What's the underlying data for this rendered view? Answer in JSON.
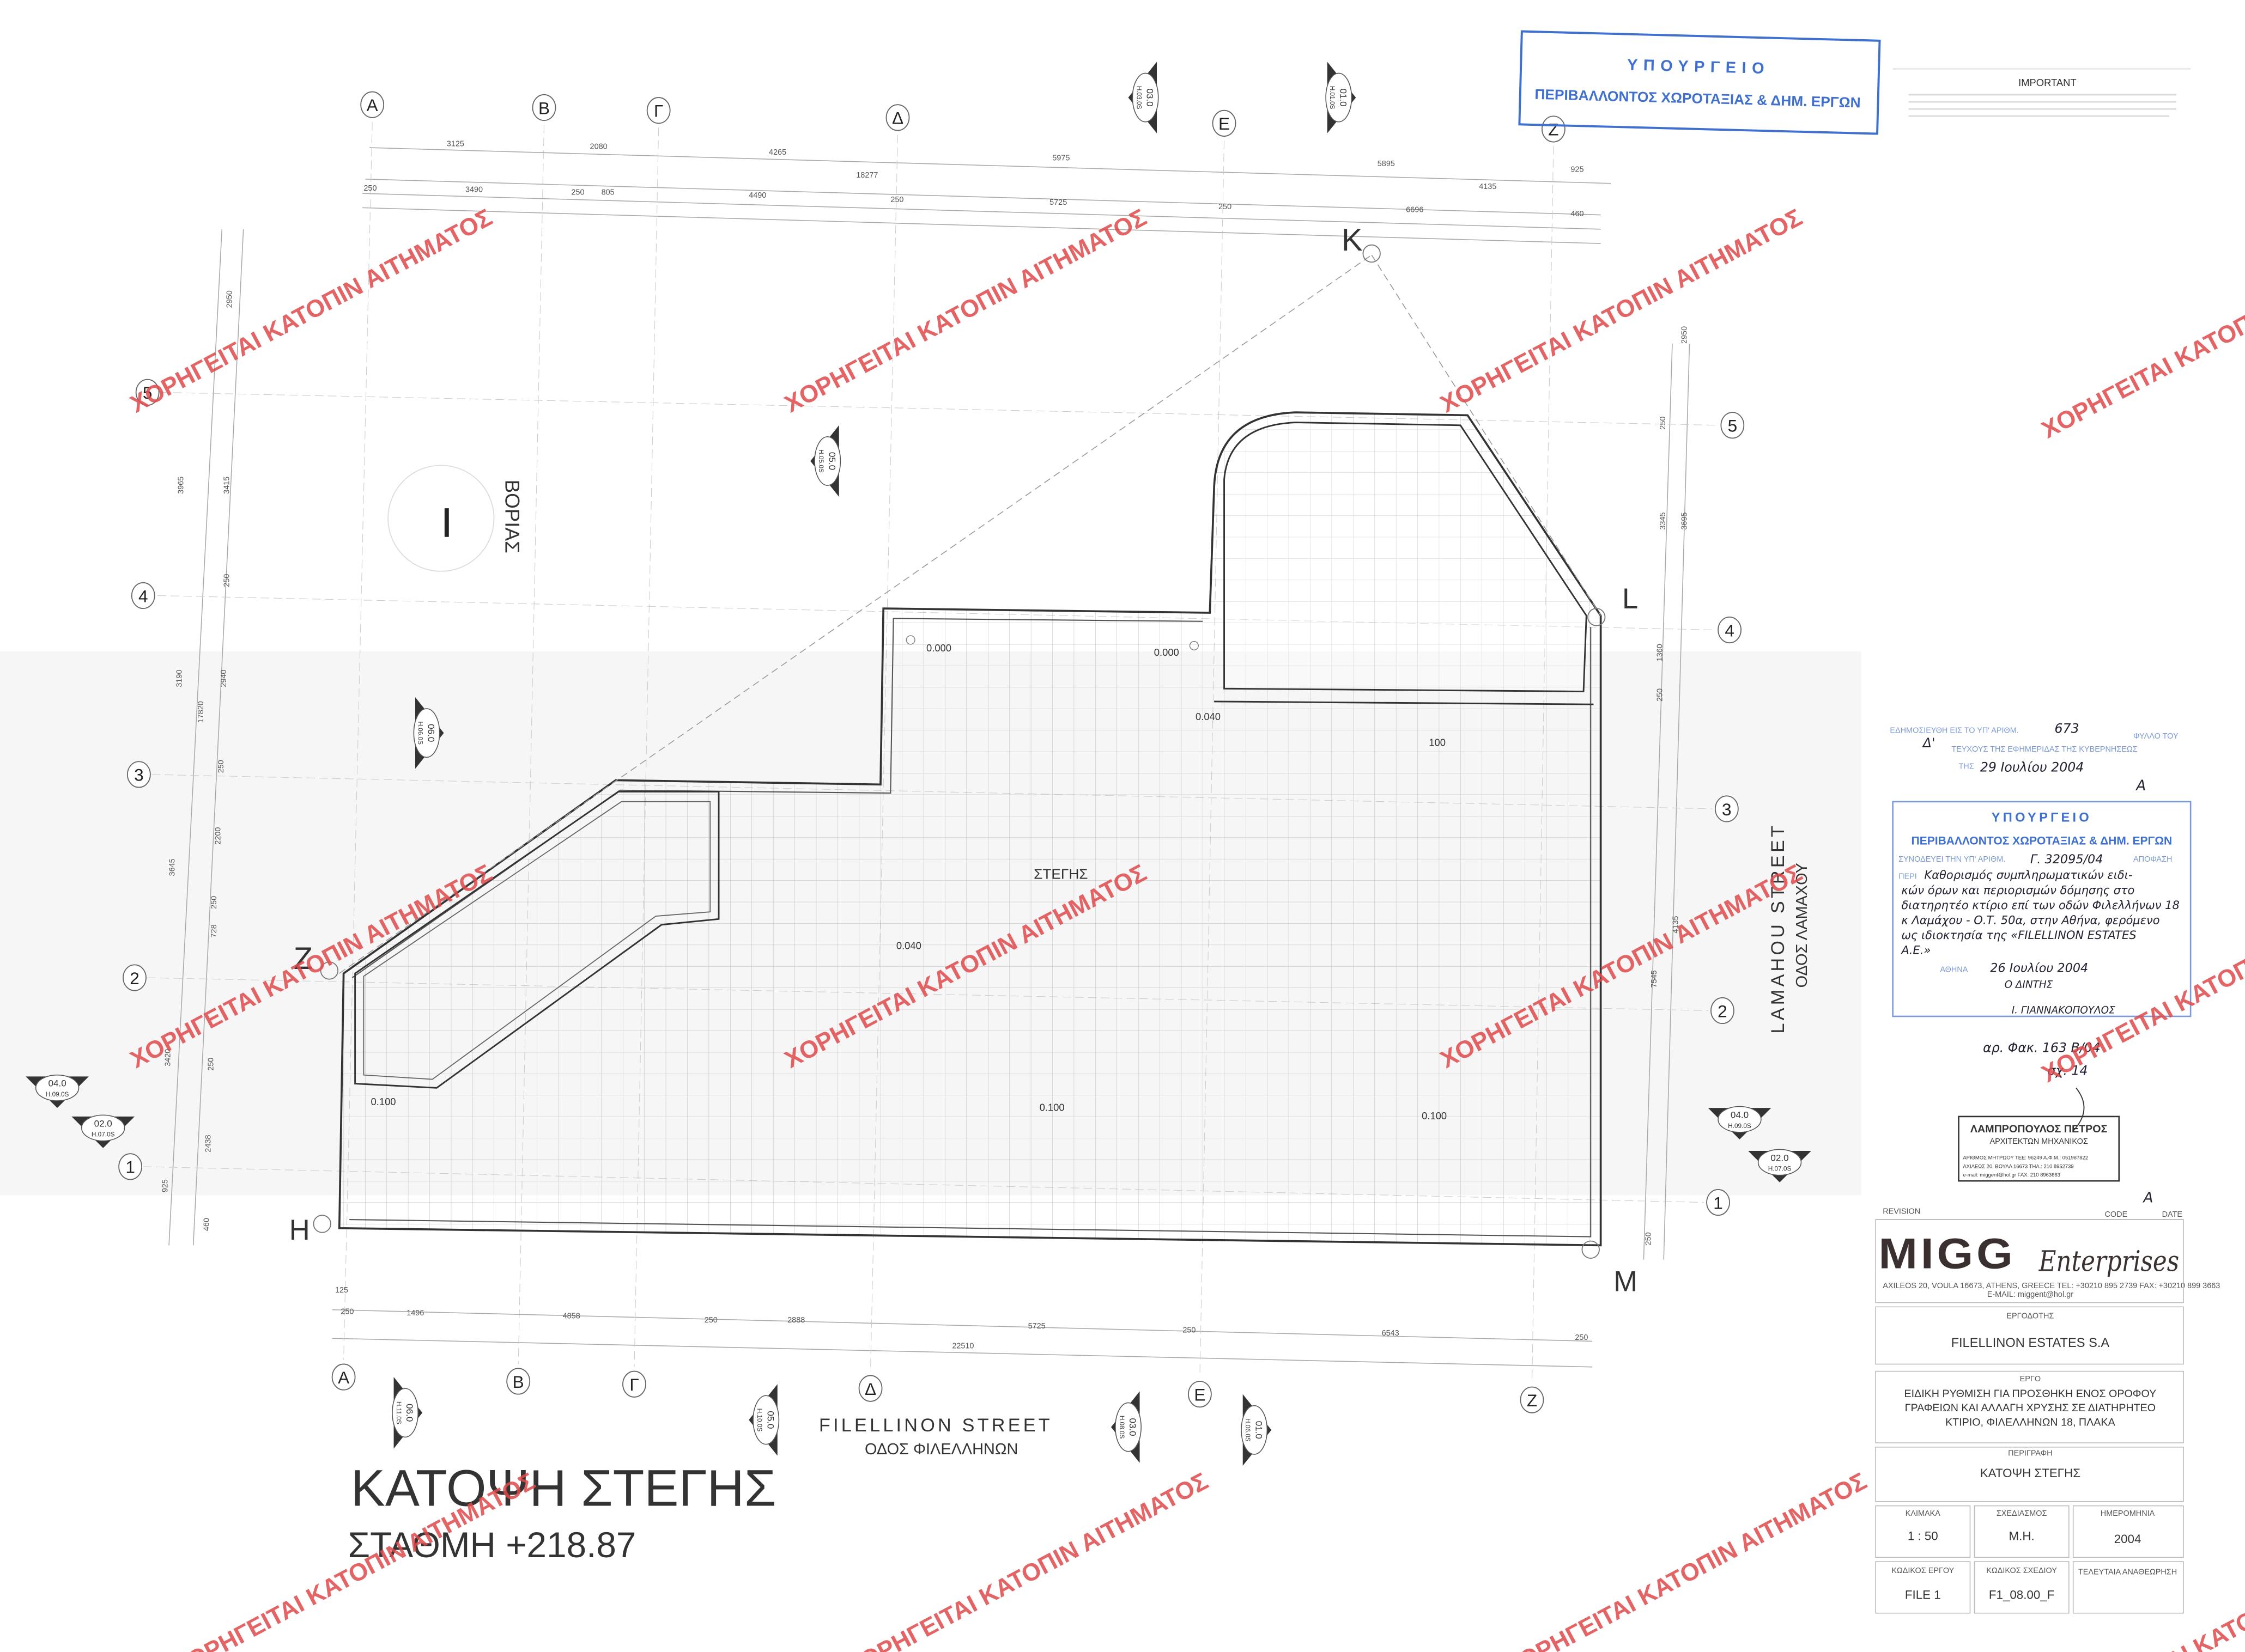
{
  "drawing": {
    "title": "ΚΑΤΟΨΗ ΣΤΕΓΗΣ",
    "level": "ΣΤΑΘΜΗ +218.87",
    "roof_label": "ΣΤΕΓΗΣ",
    "north_label": "ΒΟΡΙΑΣ",
    "street_bottom_en": "FILELLINON STREET",
    "street_bottom_gr": "ΟΔΟΣ ΦΙΛΕΛΛΗΝΩΝ",
    "street_right_en": "LAMAHOU STREET",
    "street_right_gr": "ΟΔΟΣ ΛΑΜΑΧΟΥ",
    "points": [
      "K",
      "L",
      "Z",
      "H",
      "M"
    ],
    "grid_cols_top": [
      "A",
      "B",
      "Γ",
      "Δ",
      "E",
      "Z"
    ],
    "grid_cols_bottom": [
      "A",
      "B",
      "Γ",
      "Δ",
      "E",
      "Z"
    ],
    "grid_rows_left": [
      "5",
      "4",
      "3",
      "2",
      "1"
    ],
    "grid_rows_right": [
      "5",
      "4",
      "3",
      "2",
      "1"
    ],
    "levels": [
      "0.000",
      "0.000",
      "0.040",
      "100",
      "0.040",
      "0.100",
      "0.100",
      "0.100"
    ],
    "dims_top": [
      "3125",
      "2080",
      "4265",
      "5975",
      "5895",
      "925",
      "18277",
      "250",
      "3490",
      "250",
      "805",
      "4490",
      "250",
      "5725",
      "250",
      "4135",
      "6696",
      "460"
    ],
    "dims_bottom": [
      "125",
      "250",
      "1496",
      "4858",
      "250",
      "2888",
      "5725",
      "250",
      "6543",
      "250",
      "22510"
    ],
    "dims_left": [
      "2950",
      "3965",
      "3415",
      "250",
      "3190",
      "17820",
      "2940",
      "250",
      "3645",
      "2200",
      "728",
      "250",
      "3420",
      "250",
      "2438",
      "925",
      "460"
    ],
    "dims_right": [
      "2950",
      "250",
      "3345",
      "3695",
      "1360",
      "250",
      "7545",
      "4135",
      "250"
    ],
    "sections": [
      {
        "num": "03.0",
        "ref": "H.03.0S"
      },
      {
        "num": "01.0",
        "ref": "H.01.0S"
      },
      {
        "num": "05.0",
        "ref": "H.05.0S"
      },
      {
        "num": "06.0",
        "ref": "H.06.0S"
      },
      {
        "num": "04.0",
        "ref": "H.09.0S"
      },
      {
        "num": "02.0",
        "ref": "H.07.0S"
      },
      {
        "num": "04.0",
        "ref": "H.09.0S"
      },
      {
        "num": "02.0",
        "ref": "H.07.0S"
      },
      {
        "num": "06.0",
        "ref": "H.11.0S"
      },
      {
        "num": "05.0",
        "ref": "H.10.0S"
      },
      {
        "num": "03.0",
        "ref": "H.08.0S"
      },
      {
        "num": "01.0",
        "ref": "H.06.0S"
      }
    ]
  },
  "watermark": {
    "text": "ΧΟΡΗΓΕΙΤΑΙ ΚΑΤΟΠΙΝ ΑΙΤΗΜΑΤΟΣ",
    "color": "#e04a4c"
  },
  "stamp_top": {
    "line1": "ΥΠΟΥΡΓΕΙΟ",
    "line2": "ΠΕΡΙΒΑΛΛΟΝΤΟΣ ΧΩΡΟΤΑΞΙΑΣ & ΔΗΜ. ΕΡΓΩΝ",
    "color": "#3f6fcf"
  },
  "important": {
    "label": "IMPORTANT"
  },
  "publication": {
    "line1_prefix": "ΕΔΗΜΟΣΙΕΥΘΗ ΕΙΣ ΤΟ ΥΠ' ΑΡΙΘΜ.",
    "number": "673",
    "line1_suffix": "ΦΥΛΛΟ ΤΟΥ",
    "issue": "Δ'",
    "line2": "ΤΕΥΧΟΥΣ ΤΗΣ ΕΦΗΜΕΡΙΔΑΣ ΤΗΣ ΚΥΒΕΡΝΗΣΕΩΣ",
    "line3_prefix": "ΤΗΣ",
    "date": "29 Ιουλίου 2004",
    "mark": "A"
  },
  "stamp_decision": {
    "line1": "ΥΠΟΥΡΓΕΙΟ",
    "line2": "ΠΕΡΙΒΑΛΛΟΝΤΟΣ ΧΩΡΟΤΑΞΙΑΣ & ΔΗΜ. ΕΡΓΩΝ",
    "accompanies": "ΣΥΝΟΔΕΥΕΙ ΤΗΝ ΥΠ' ΑΡΙΘΜ.",
    "decision_no": "Γ. 32095/04",
    "decision_word": "ΑΠΟΦΑΣΗ",
    "peri": "ΠΕΡΙ",
    "body": [
      "Καθορισμός συμπληρωματικών ειδι-",
      "κών όρων και περιορισμών δόμησης στο",
      "διατηρητέο κτίριο επί των οδών Φιλελλήνων 18",
      "κ Λαμάχου - Ο.Τ. 50α, στην Αθήνα, φερόμενο",
      "ως ιδιοκτησία της «FILELLINON ESTATES",
      "Α.Ε.»"
    ],
    "city": "ΑΘΗΝΑ",
    "date": "26 Ιουλίου 2004",
    "role": "Ο ΔΙΝΤΗΣ",
    "signatory": "Ι. ΓΙΑΝΝΑΚΟΠΟΥΛΟΣ",
    "file_ref": "αρ. Φακ. 163 Β/04",
    "sheet": "σχ. 14"
  },
  "architect_stamp": {
    "name": "ΛΑΜΠΡΟΠΟΥΛΟΣ ΠΕΤΡΟΣ",
    "title": "ΑΡΧΙΤΕΚΤΩΝ ΜΗΧΑΝΙΚΟΣ",
    "line1": "ΑΡΙΘΜΟΣ ΜΗΤΡΩΟΥ ΤΕΕ: 96249 Α.Φ.Μ.: 051987822",
    "line2": "ΑΧΙΛΕΩΣ 20, ΒΟΥΛΑ 16673   ΤΗΛ.: 210 8952739",
    "line3": "e-mail: miggent@hol.gr   FAX: 210 8963663"
  },
  "title_block": {
    "revision": "REVISION",
    "code": "CODE",
    "date_label": "DATE",
    "company": "MIGG",
    "company_script": "Enterprises",
    "address": "AXILEOS 20, VOULA 16673, ATHENS, GREECE  TEL: +30210 895 2739  FAX: +30210 899 3663",
    "email": "E-MAIL: miggent@hol.gr",
    "client_label": "ΕΡΓΟΔΟΤΗΣ",
    "client": "FILELLINON ESTATES S.A",
    "project_label": "ΕΡΓΟ",
    "project": [
      "ΕΙΔΙΚΗ ΡΥΘΜΙΣΗ ΓΙΑ ΠΡΟΣΘΗΚΗ ΕΝΟΣ ΟΡΟΦΟΥ",
      "ΓΡΑΦΕΙΩΝ ΚΑΙ ΑΛΛΑΓΗ ΧΡΥΣΗΣ ΣΕ ΔΙΑΤΗΡΗΤΕΟ",
      "ΚΤΙΡΙΟ, ΦΙΛΕΛΛΗΝΩΝ 18, ΠΛΑΚΑ"
    ],
    "desc_label": "ΠΕΡΙΓΡΑΦΗ",
    "desc": "ΚΑΤΟΨΗ ΣΤΕΓΗΣ",
    "scale_label": "ΚΛΙΜΑΚΑ",
    "scale": "1 : 50",
    "design_label": "ΣΧΕΔΙΑΣΜΟΣ",
    "design": "Μ.Η.",
    "date_label_gr": "ΗΜΕΡΟΜΗΝΙΑ",
    "date": "2004",
    "project_code_label": "ΚΩΔΙΚΟΣ ΕΡΓΟΥ",
    "project_code": "FILE 1",
    "drawing_code_label": "ΚΩΔΙΚΟΣ ΣΧΕΔΙΟΥ",
    "drawing_code": "F1_08.00_F",
    "last_rev_label": "ΤΕΛΕΥΤΑΙΑ ΑΝΑΘΕΩΡΗΣΗ",
    "mark": "A"
  }
}
